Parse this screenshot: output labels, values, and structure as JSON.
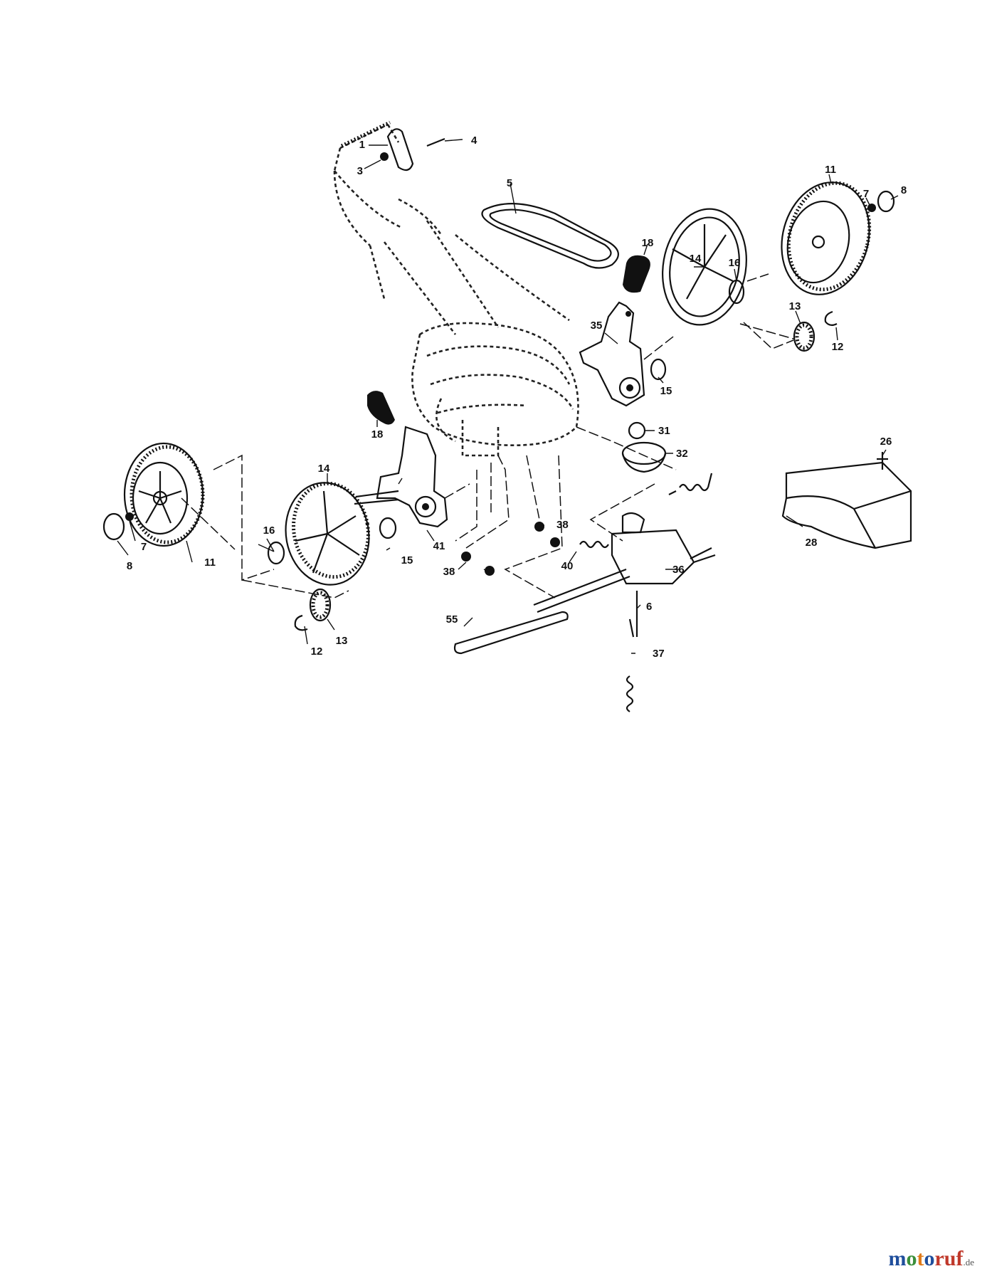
{
  "part_labels": [
    "1",
    "3",
    "4",
    "5",
    "18",
    "14",
    "16",
    "11",
    "7",
    "8",
    "13",
    "12",
    "35",
    "15",
    "18",
    "31",
    "32",
    "26",
    "14",
    "11",
    "16",
    "7",
    "8",
    "41",
    "15",
    "38",
    "38",
    "40",
    "36",
    "28",
    "6",
    "55",
    "13",
    "12",
    "37"
  ],
  "watermark": {
    "part1": "m",
    "part2": "o",
    "part3": "t",
    "part4": "o",
    "part5": "ruf",
    "tld": ".de"
  }
}
